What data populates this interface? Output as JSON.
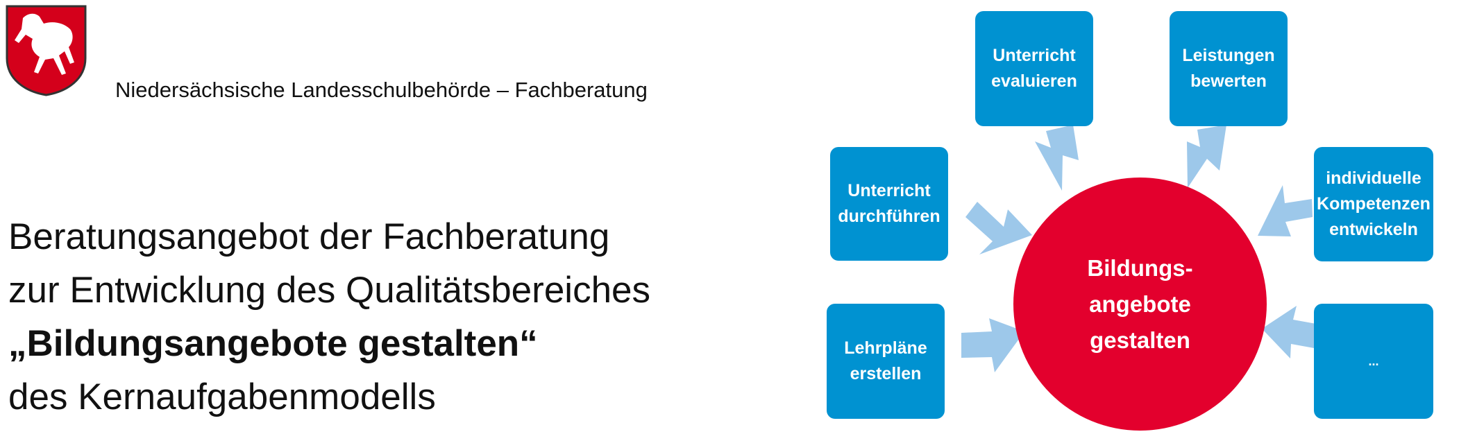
{
  "header": {
    "organization": "Niedersächsische Landesschulbehörde – Fachberatung"
  },
  "title": {
    "line1": "Beratungsangebot der Fachberatung",
    "line2": "zur Entwicklung des Qualitätsbereiches",
    "line3": "„Bildungsangebote gestalten“",
    "line4": "des Kernaufgabenmodells"
  },
  "diagram": {
    "center": "Bildungs-\nangebote\ngestalten",
    "boxes": {
      "unterricht_evaluieren": "Unterricht\nevaluieren",
      "leistungen_bewerten": "Leistungen\nbewerten",
      "unterricht_durchfuehren": "Unterricht\ndurchführen",
      "individuelle_kompetenzen": "individuelle\nKompetenzen\nentwickeln",
      "lehrplaene_erstellen": "Lehrpläne\nerstellen",
      "more": "..."
    }
  },
  "colors": {
    "box": "#0092d1",
    "circle": "#e3002d",
    "arrow": "#9dc8ea",
    "crest_red": "#d4001b"
  },
  "icons": {
    "crest": "lower-saxony-horse-crest-icon"
  }
}
